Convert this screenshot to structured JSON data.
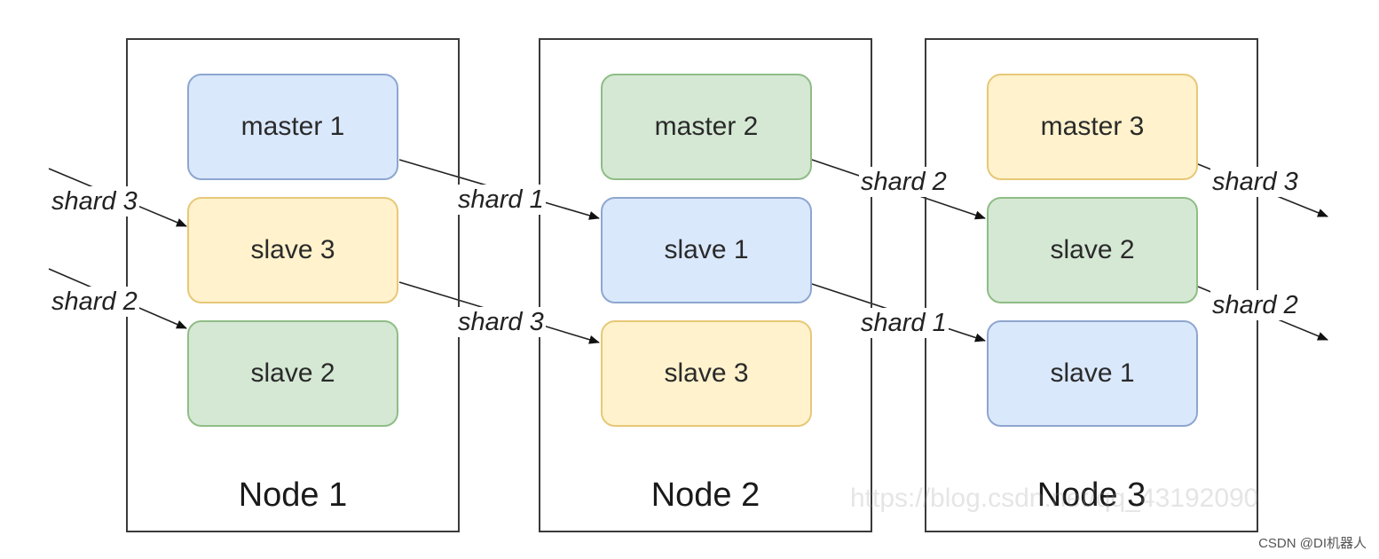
{
  "nodes": [
    {
      "label": "Node 1",
      "shards": [
        {
          "label": "master 1",
          "color": "#dae8fc"
        },
        {
          "label": "slave 3",
          "color": "#fff2cc"
        },
        {
          "label": "slave 2",
          "color": "#d5e8d4"
        }
      ]
    },
    {
      "label": "Node 2",
      "shards": [
        {
          "label": "master 2",
          "color": "#d5e8d4"
        },
        {
          "label": "slave 1",
          "color": "#dae8fc"
        },
        {
          "label": "slave 3",
          "color": "#fff2cc"
        }
      ]
    },
    {
      "label": "Node 3",
      "shards": [
        {
          "label": "master 3",
          "color": "#fff2cc"
        },
        {
          "label": "slave 2",
          "color": "#d5e8d4"
        },
        {
          "label": "slave 1",
          "color": "#dae8fc"
        }
      ]
    }
  ],
  "edge_labels": {
    "in_shard3_node1": "shard 3",
    "in_shard2_node1": "shard 2",
    "n1_n2_shard1": "shard 1",
    "n1_n2_shard3": "shard 3",
    "n2_n3_shard2": "shard 2",
    "n2_n3_shard1": "shard 1",
    "out_shard3_node3": "shard 3",
    "out_shard2_node3": "shard 2"
  },
  "watermark": "https://blog.csdn.net/qq_43192090",
  "footer_credit": "CSDN @DI机器人"
}
